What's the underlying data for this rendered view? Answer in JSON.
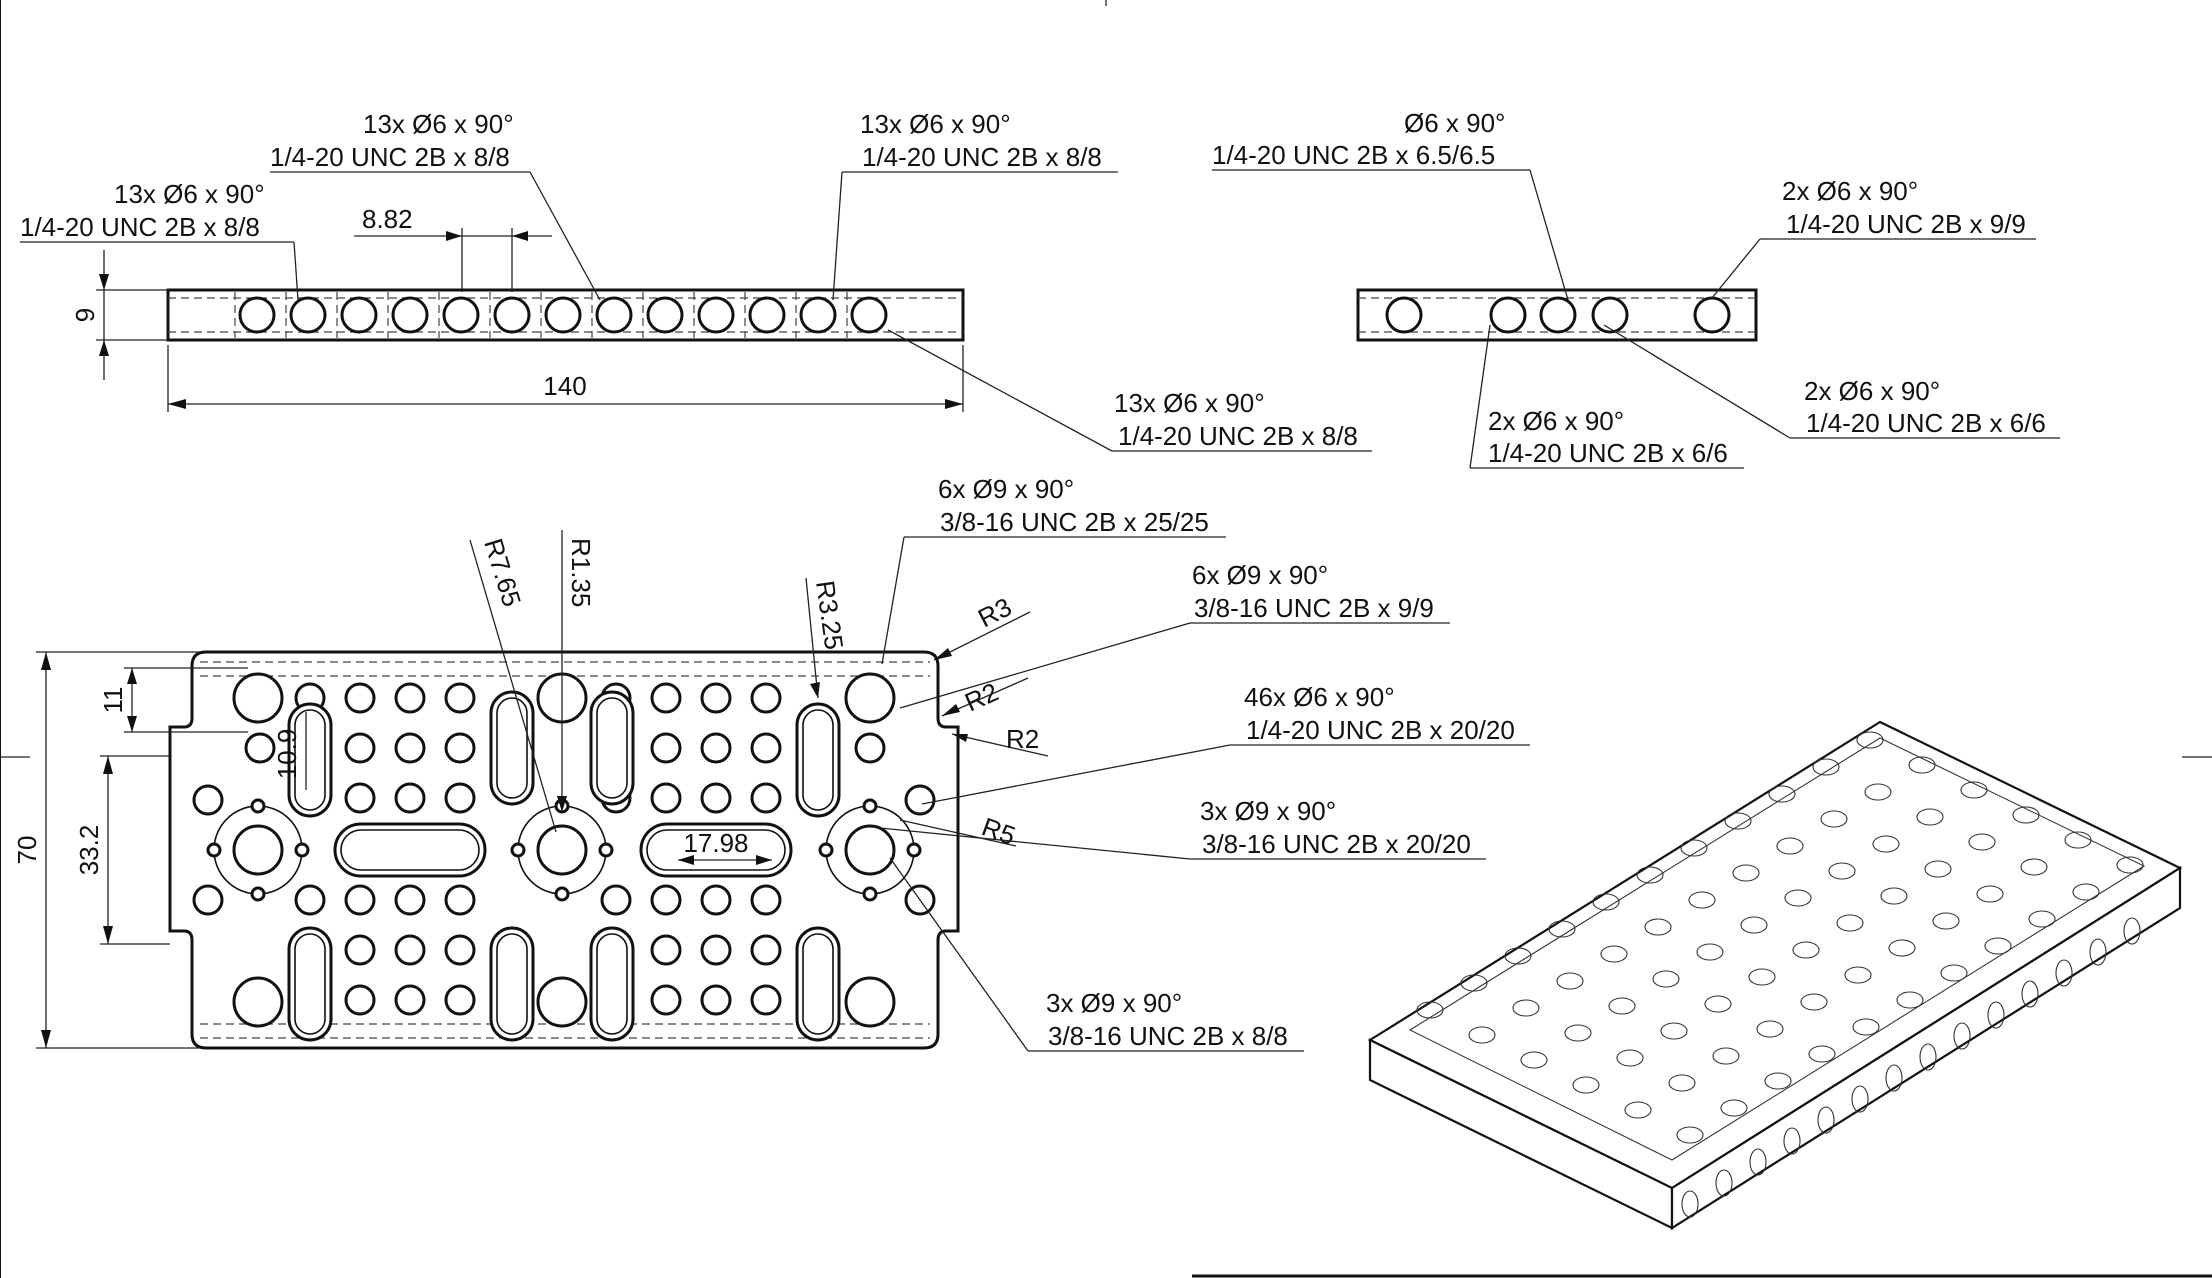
{
  "callouts": {
    "c1_count": "13x Ø6 x 90°",
    "c1_thread": "1/4-20 UNC 2B x 8/8",
    "c2_count": "13x Ø6 x 90°",
    "c2_thread": "1/4-20 UNC 2B x 8/8",
    "c3_count": "13x Ø6 x 90°",
    "c3_thread": "1/4-20 UNC 2B x 8/8",
    "c4_count": "13x Ø6 x 90°",
    "c4_thread": "1/4-20 UNC 2B x 8/8",
    "c5_count": "Ø6 x 90°",
    "c5_thread": "1/4-20 UNC 2B x 6.5/6.5",
    "c6_count": "2x Ø6 x 90°",
    "c6_thread": "1/4-20 UNC 2B x 9/9",
    "c7_count": "2x Ø6 x 90°",
    "c7_thread": "1/4-20 UNC 2B x 6/6",
    "c8_count": "2x Ø6 x 90°",
    "c8_thread": "1/4-20 UNC 2B x 6/6",
    "c9_count": "6x Ø9 x 90°",
    "c9_thread": "3/8-16 UNC 2B x 25/25",
    "c10_count": "6x Ø9 x 90°",
    "c10_thread": "3/8-16 UNC 2B x 9/9",
    "c11_count": "46x Ø6 x 90°",
    "c11_thread": "1/4-20 UNC 2B x 20/20",
    "c12_count": "3x Ø9 x 90°",
    "c12_thread": "3/8-16 UNC 2B x 20/20",
    "c13_count": "3x Ø9 x 90°",
    "c13_thread": "3/8-16 UNC 2B x 8/8"
  },
  "dims": {
    "d_882": "8.82",
    "d_9": "9",
    "d_140": "140",
    "d_r765": "R7.65",
    "d_r135": "R1.35",
    "d_r325": "R3.25",
    "d_r3": "R3",
    "d_r2a": "R2",
    "d_r2b": "R2",
    "d_r5": "R5",
    "d_11": "11",
    "d_109": "10.9",
    "d_70": "70",
    "d_332": "33.2",
    "d_1798": "17.98"
  }
}
